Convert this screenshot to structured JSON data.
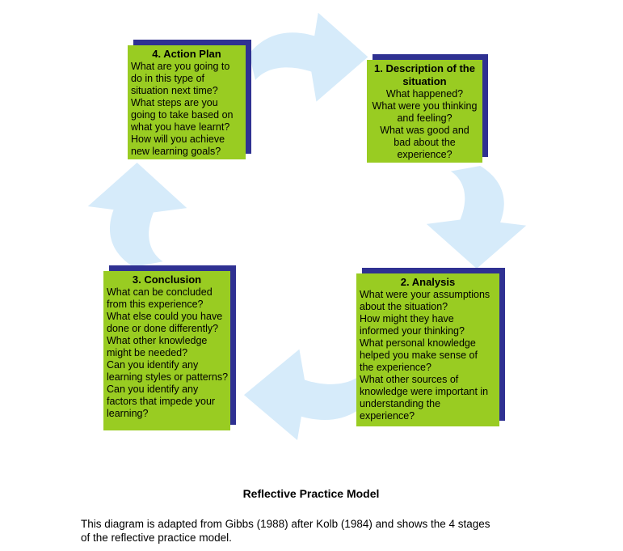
{
  "colors": {
    "background": "#ffffff",
    "box_fill": "#99cc22",
    "box_shadow": "#2f3192",
    "arrow_fill": "#d6ebfa",
    "text_color": "#000000"
  },
  "diagram": {
    "boxes": [
      {
        "id": "step1",
        "title": "1. Description of the\nsituation",
        "body": "What happened?\nWhat were you thinking\nand feeling?\nWhat was good and\nbad about the\nexperience?"
      },
      {
        "id": "step2",
        "title": "2. Analysis",
        "body": "What were your assumptions\nabout the situation?\nHow might they have\ninformed your thinking?\nWhat personal knowledge\nhelped you make sense of\nthe experience?\nWhat other sources of\nknowledge were important in\nunderstanding the\nexperience?"
      },
      {
        "id": "step3",
        "title": "3. Conclusion",
        "body": "What can be concluded\nfrom this experience?\nWhat else could you have\ndone or done differently?\nWhat other knowledge\nmight be needed?\nCan you identify any\nlearning styles or patterns?\nCan you identify any\nfactors that impede your\nlearning?"
      },
      {
        "id": "step4",
        "title": "4. Action Plan",
        "body": "What are you going to\ndo in this type of\nsituation next time?\nWhat steps are you\ngoing to take based on\nwhat you have learnt?\nHow will you achieve\nnew learning goals?"
      }
    ],
    "arrows": [
      {
        "from": "step4",
        "to": "step1",
        "direction": "right"
      },
      {
        "from": "step1",
        "to": "step2",
        "direction": "down"
      },
      {
        "from": "step2",
        "to": "step3",
        "direction": "left"
      },
      {
        "from": "step3",
        "to": "step4",
        "direction": "up"
      }
    ]
  },
  "caption": "Reflective Practice Model",
  "description": "This diagram is adapted from Gibbs (1988) after Kolb (1984) and shows the 4 stages\nof the reflective practice model."
}
